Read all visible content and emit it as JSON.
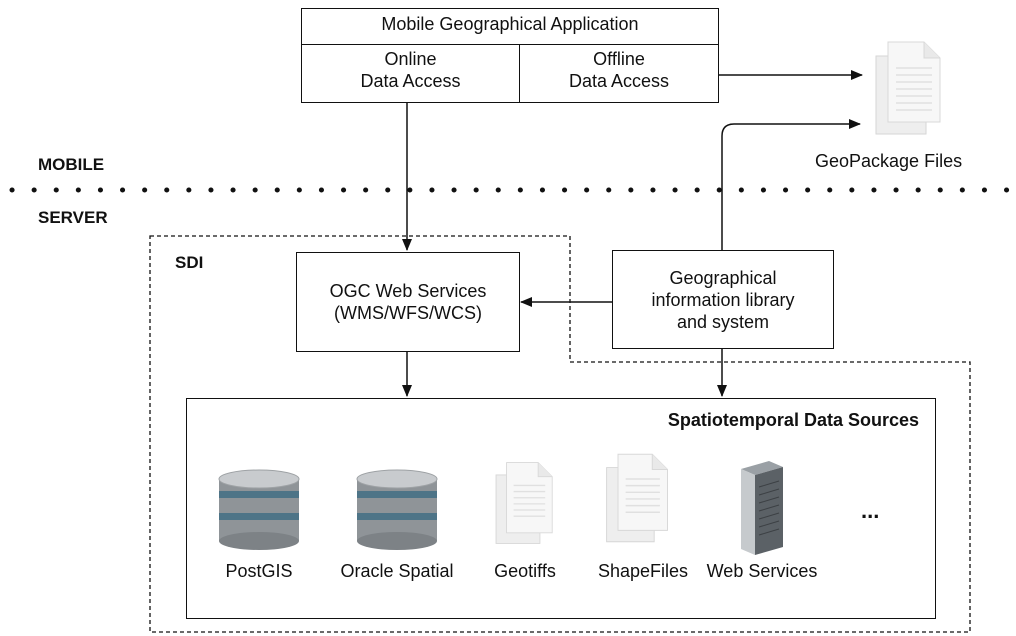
{
  "mobile_app": {
    "title": "Mobile Geographical Application",
    "online_label_1": "Online",
    "online_label_2": "Data Access",
    "offline_label_1": "Offline",
    "offline_label_2": "Data Access"
  },
  "zones": {
    "mobile": "MOBILE",
    "server": "SERVER",
    "sdi": "SDI"
  },
  "geopackage": {
    "label": "GeoPackage Files",
    "icon": "document-stack-icon"
  },
  "ogc": {
    "line1": "OGC Web Services",
    "line2": "(WMS/WFS/WCS)"
  },
  "gis_library": {
    "line1": "Geographical",
    "line2": "information library",
    "line3": "and system"
  },
  "data_sources": {
    "title": "Spatiotemporal Data Sources",
    "items": [
      {
        "label": "PostGIS",
        "icon": "database-icon"
      },
      {
        "label": "Oracle Spatial",
        "icon": "database-icon"
      },
      {
        "label": "Geotiffs",
        "icon": "document-stack-icon"
      },
      {
        "label": "ShapeFiles",
        "icon": "document-stack-icon"
      },
      {
        "label": "Web Services",
        "icon": "server-tower-icon"
      }
    ],
    "more": "..."
  },
  "colors": {
    "line": "#111111",
    "db_gray": "#8f9498",
    "db_band": "#4e7487",
    "doc_gray": "#e6e6e6"
  }
}
